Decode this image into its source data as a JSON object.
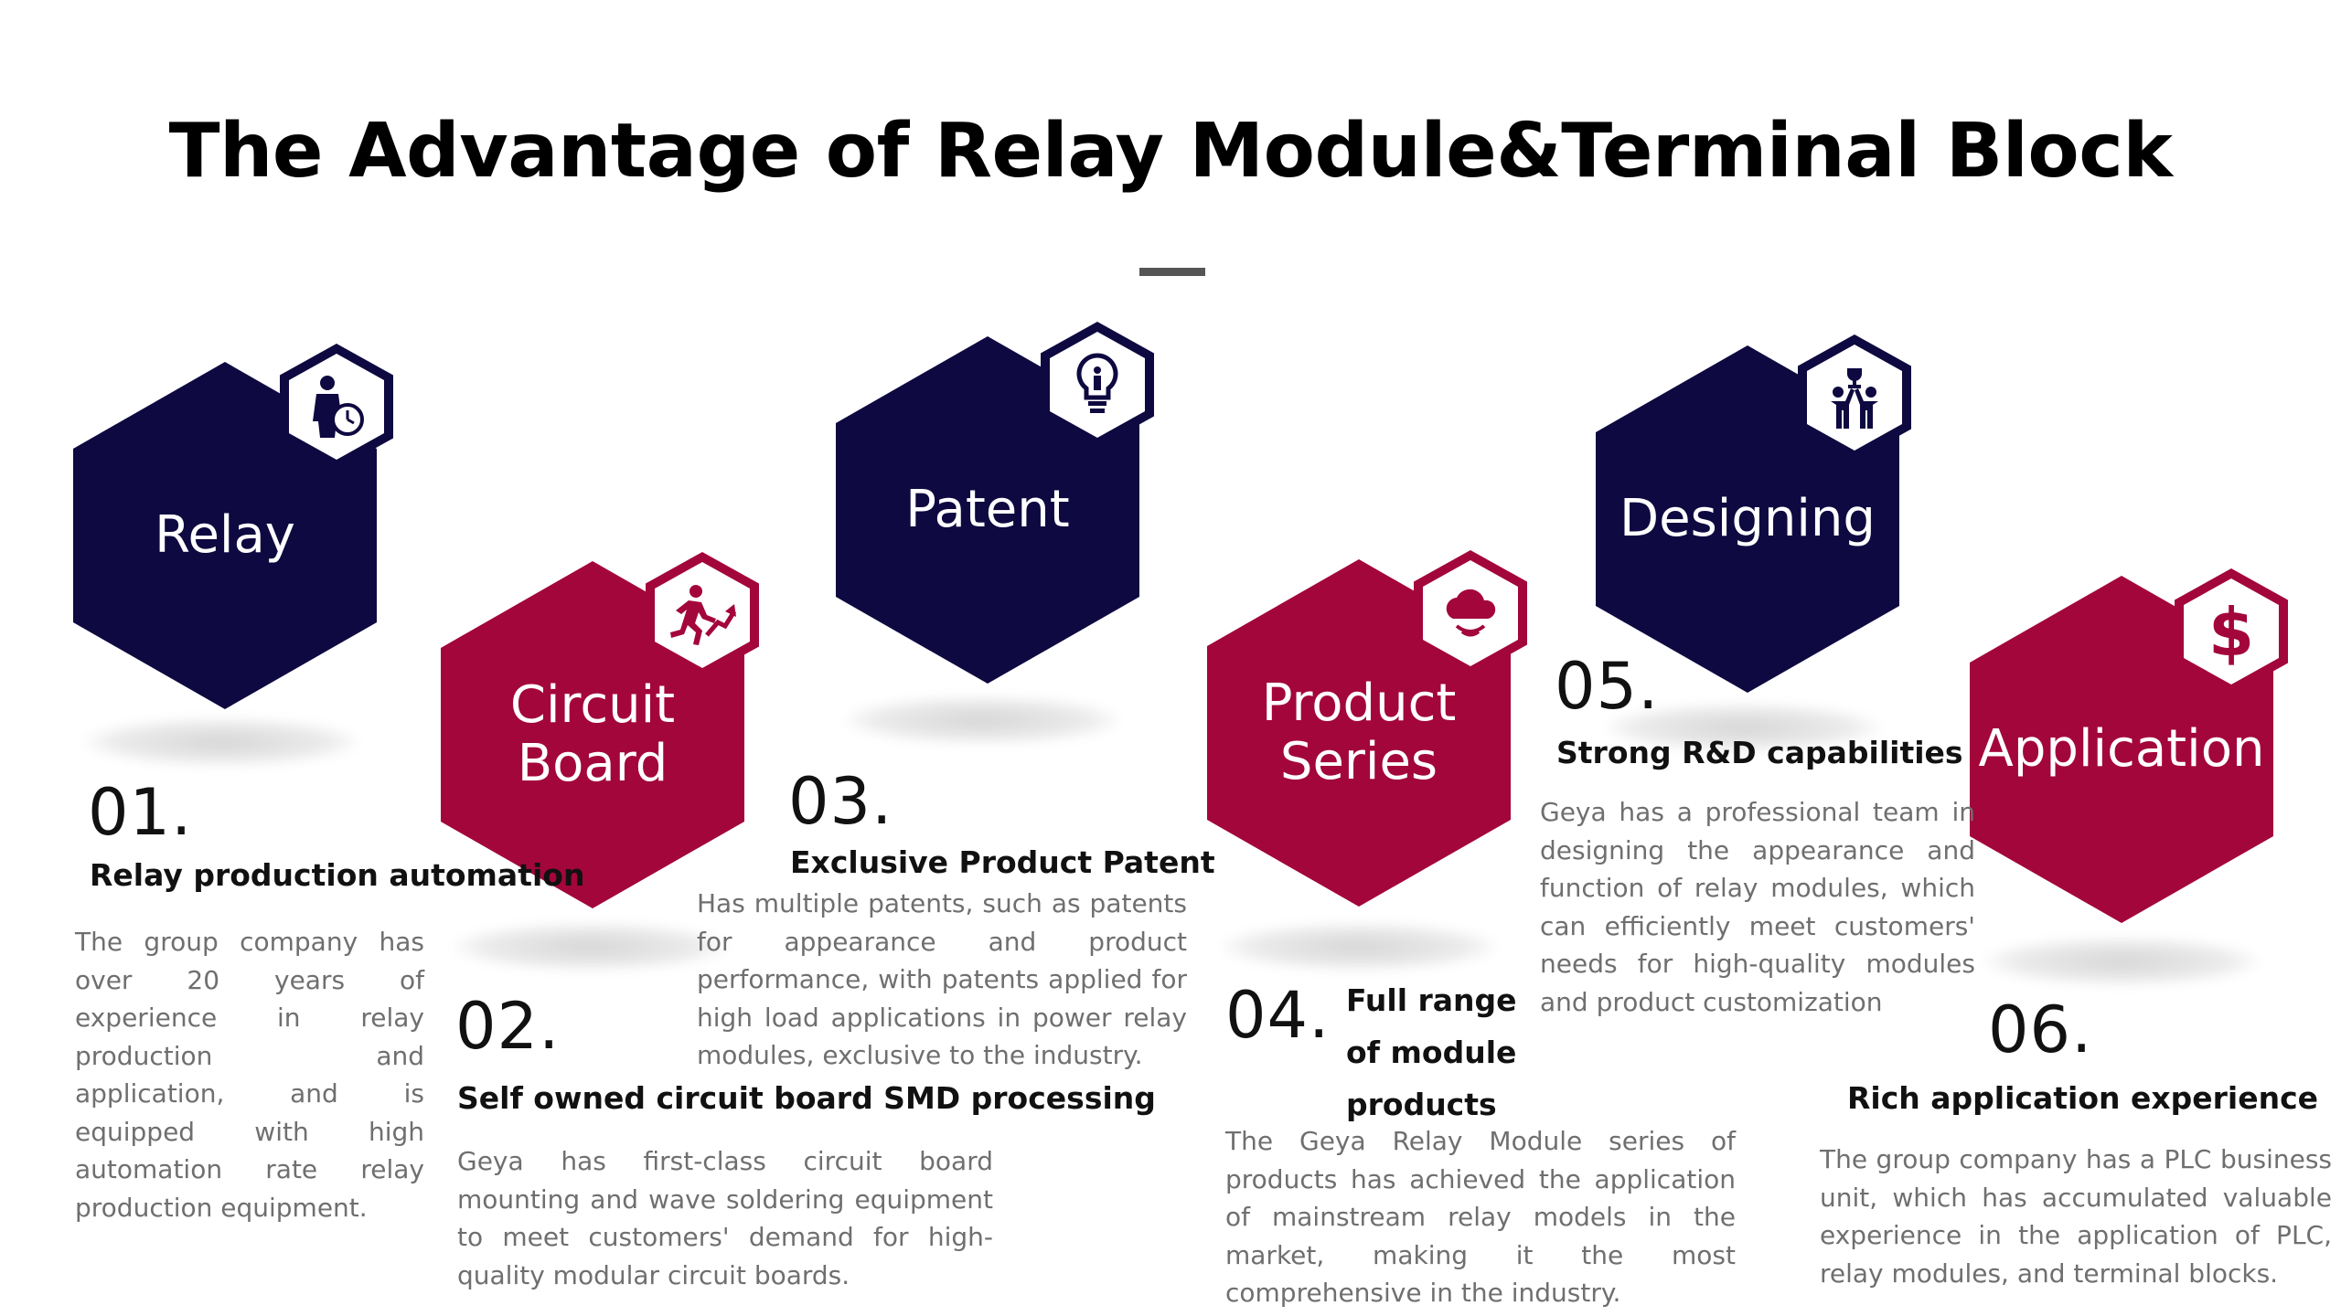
{
  "title": "The Advantage of Relay Module&Terminal Block",
  "colors": {
    "navy": "#0e0940",
    "red": "#a3063a",
    "text": "#111111",
    "muted": "#6f6f6f"
  },
  "items": [
    {
      "hex_label": "Relay",
      "icon": "businessman-clock-icon",
      "number": "01.",
      "subtitle": "Relay production automation",
      "description": "The group company has over 20 years of experience in relay production and application, and is equipped with high automation rate relay production equipment."
    },
    {
      "hex_label": "Circuit Board",
      "icon": "running-man-growth-icon",
      "number": "02.",
      "subtitle": "Self owned circuit board SMD processing",
      "description": "Geya has first-class circuit board mounting and wave soldering equipment to meet customers' demand for high-quality modular circuit boards."
    },
    {
      "hex_label": "Patent",
      "icon": "lightbulb-person-icon",
      "number": "03.",
      "subtitle": "Exclusive Product Patent",
      "description": "Has multiple patents, such as patents for appearance and product performance, with patents applied for high load applications in power relay modules, exclusive to the industry."
    },
    {
      "hex_label": "Product Series",
      "icon": "cloud-signal-icon",
      "number": "04.",
      "subtitle": "Full range of module products",
      "description": "The Geya Relay Module series of products has achieved the application of mainstream relay models in the market, making it the most comprehensive in the industry."
    },
    {
      "hex_label": "Designing",
      "icon": "team-trophy-icon",
      "number": "05.",
      "subtitle": "Strong R&D capabilities",
      "description": "Geya has a professional team in designing the appearance and function of relay modules, which can efficiently meet customers' needs for high-quality modules and product customization"
    },
    {
      "hex_label": "Application",
      "icon": "dollar-sign-icon",
      "number": "06.",
      "subtitle": "Rich application experience",
      "description": "The group company has a PLC business unit, which has accumulated valuable experience in the application of PLC, relay modules, and terminal blocks."
    }
  ]
}
